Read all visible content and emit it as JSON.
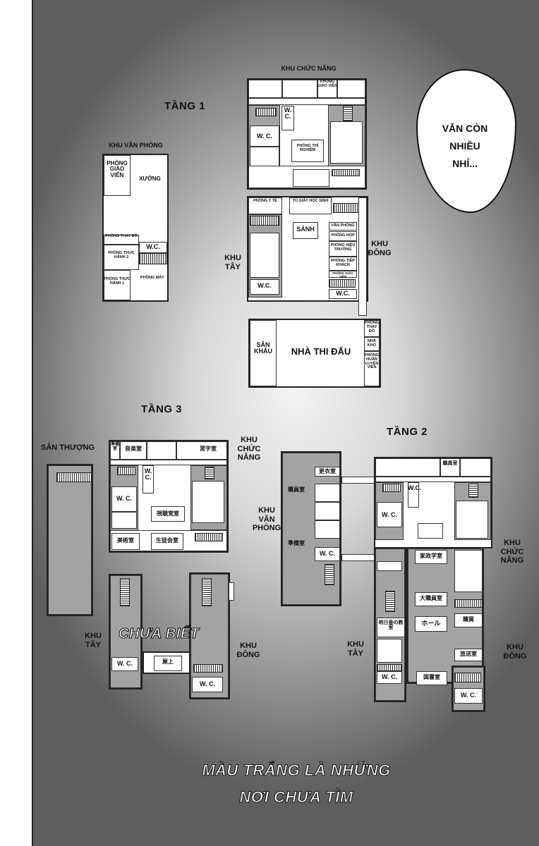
{
  "speech_bubble": {
    "line1": "VẪN CÒN",
    "line2": "NHIỀU",
    "line3": "NHỈ..."
  },
  "caption": {
    "line1": "MÀU TRẮNG LÀ NHỮNG",
    "line2": "NƠI CHƯA TÌM"
  },
  "floor1": {
    "title": "TẦNG 1",
    "zone_north": "KHU CHỨC NĂNG",
    "zone_office": "KHU VĂN PHÒNG",
    "zone_west": "KHU TÂY",
    "zone_east": "KHU ĐÔNG",
    "rooms": {
      "phong_giao_vien_top": "PHÒNG GIÁO VIÊN",
      "wc_inner": "W. C.",
      "wc_left": "W. C.",
      "phong_thi_nghiem": "PHÒNG THÍ NGHIỆM",
      "phong_giao_vien": "PHÒNG GIÁO VIÊN",
      "xuong": "XƯỞNG",
      "phong_thay_do_office": "PHÒNG THAY ĐỒ",
      "wc_office": "W.C.",
      "phong_thuc_hanh_2": "PHÒNG THỰC HÀNH 2",
      "phong_thuc_hanh_1": "PHÒNG THỰC HÀNH 1",
      "phong_may": "PHÒNG MÁY",
      "phong_y_te": "PHÒNG Y TẾ",
      "tu_giay": "TỦ GIÀY HỌC SINH",
      "sanh": "SẢNH",
      "van_phong": "VĂN PHÒNG",
      "phong_hop": "PHÒNG HỌP",
      "phong_hieu_truong": "PHÒNG HIỆU TRƯỞNG",
      "phong_tiep_khach": "PHÒNG TIẾP KHÁCH",
      "phong_giao_vien_small": "PHÒNG GIÁO VIÊN",
      "wc_west": "W.C.",
      "wc_east": "W.C.",
      "san_khau": "SÂN KHẤU",
      "nha_thi_dau": "NHÀ THI ĐẤU",
      "phong_thay_do_gym": "PHÒNG THAY ĐỒ",
      "nha_kho": "NHÀ KHO",
      "phong_huan_luyen": "PHÒNG HUẤN LUYỆN VIÊN"
    }
  },
  "floor3": {
    "title": "TẦNG 3",
    "zone_roof": "SÂN THƯỢNG",
    "zone_north": "KHU CHỨC NĂNG",
    "zone_west": "KHU TÂY",
    "zone_east": "KHU ĐÔNG",
    "unknown": "CHƯA BIẾT",
    "rooms": {
      "junbi": "準備室",
      "ongaku": "音楽室",
      "shuji": "習字室",
      "wc_inner": "W. C.",
      "wc_left": "W. C.",
      "shichokaku": "視聴覚室",
      "bijutsu": "美術室",
      "seito": "生徒会室",
      "okujo": "屋上",
      "wc_west": "W. C.",
      "wc_east": "W. C."
    }
  },
  "floor2": {
    "title": "TẦNG 2",
    "zone_office": "KHU VĂN PHÒNG",
    "zone_north": "KHU CHỨC NĂNG",
    "zone_west": "KHU TÂY",
    "zone_east": "KHU ĐÔNG",
    "rooms": {
      "koui": "更衣室",
      "shokuin": "職員室",
      "shokuin_top": "職員室",
      "junbi": "準備室",
      "wc_office": "W. C.",
      "wc_inner": "W.C.",
      "wc_left": "W. C.",
      "kasei": "家政学室",
      "dai_shokuin": "大職員室",
      "hall": "ホール",
      "kobai": "購買",
      "ashita": "明日香の教室",
      "housou": "放送室",
      "wc_west": "W. C.",
      "toshoshitsu": "図書室",
      "wc_east": "W. C."
    }
  }
}
